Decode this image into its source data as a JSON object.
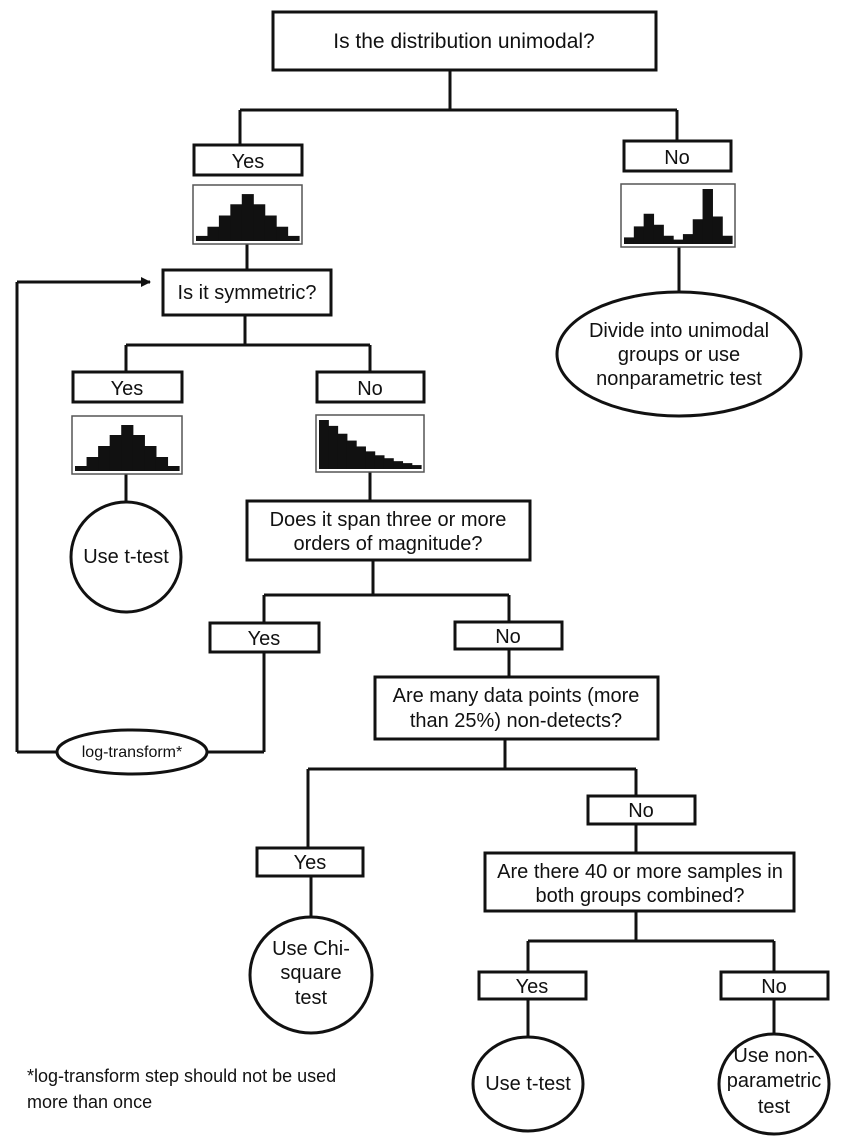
{
  "nodes": {
    "q_unimodal": "Is the distribution unimodal?",
    "yes_unimodal": "Yes",
    "no_unimodal": "No",
    "divide": [
      "Divide into unimodal",
      "groups or use",
      "nonparametric test"
    ],
    "q_symmetric": "Is it symmetric?",
    "yes_symmetric": "Yes",
    "no_symmetric": "No",
    "use_ttest_1": "Use t-test",
    "q_magnitude": [
      "Does it span three or more",
      "orders of magnitude?"
    ],
    "yes_magnitude": "Yes",
    "no_magnitude": "No",
    "log_transform": "log-transform*",
    "q_nondetects": [
      "Are many data points (more",
      "than 25%) non-detects?"
    ],
    "yes_nondetects": "Yes",
    "no_nondetects": "No",
    "use_chisquare": [
      "Use Chi-",
      "square",
      "test"
    ],
    "q_samples": [
      "Are there 40 or more samples in",
      "both groups combined?"
    ],
    "yes_samples": "Yes",
    "no_samples": "No",
    "use_ttest_2": "Use t-test",
    "use_nonparametric": [
      "Use non-",
      "parametric",
      "test"
    ]
  },
  "histograms": {
    "normal": [
      0.1,
      0.28,
      0.5,
      0.72,
      0.92,
      0.72,
      0.5,
      0.28,
      0.1
    ],
    "bimodal": [
      0.12,
      0.32,
      0.55,
      0.35,
      0.15,
      0.08,
      0.18,
      0.45,
      1.0,
      0.5,
      0.15
    ],
    "skewed": [
      1.0,
      0.88,
      0.72,
      0.58,
      0.46,
      0.36,
      0.28,
      0.22,
      0.16,
      0.12,
      0.08
    ]
  },
  "footnote": [
    "*log-transform step should not be used",
    "more than once"
  ]
}
